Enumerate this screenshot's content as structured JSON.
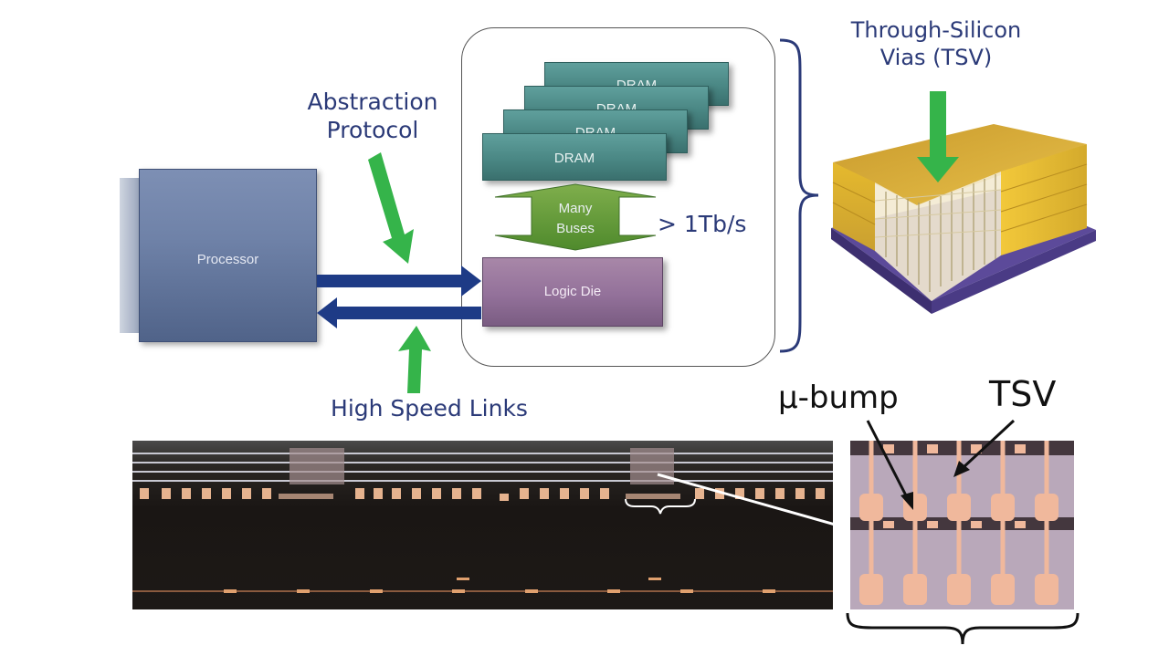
{
  "labels": {
    "abstraction_protocol": [
      "Abstraction",
      "Protocol"
    ],
    "high_speed_links": "High Speed Links",
    "tsv_title": [
      "Through-Silicon",
      "Vias (TSV)"
    ],
    "bandwidth": "> 1Tb/s",
    "mu_bump": "μ-bump",
    "tsv": "TSV"
  },
  "blocks": {
    "processor": "Processor",
    "logic_die": "Logic Die",
    "many_buses": [
      "Many",
      "Buses"
    ],
    "dram": [
      "DRAM",
      "DRAM",
      "DRAM",
      "DRAM"
    ]
  },
  "colors": {
    "label_text": "#2b3a78",
    "arrow_green": "#35b44a",
    "link_arrow": "#1e3b86",
    "gold_die": "#e3b52a",
    "substrate": "#5c4a9a"
  }
}
